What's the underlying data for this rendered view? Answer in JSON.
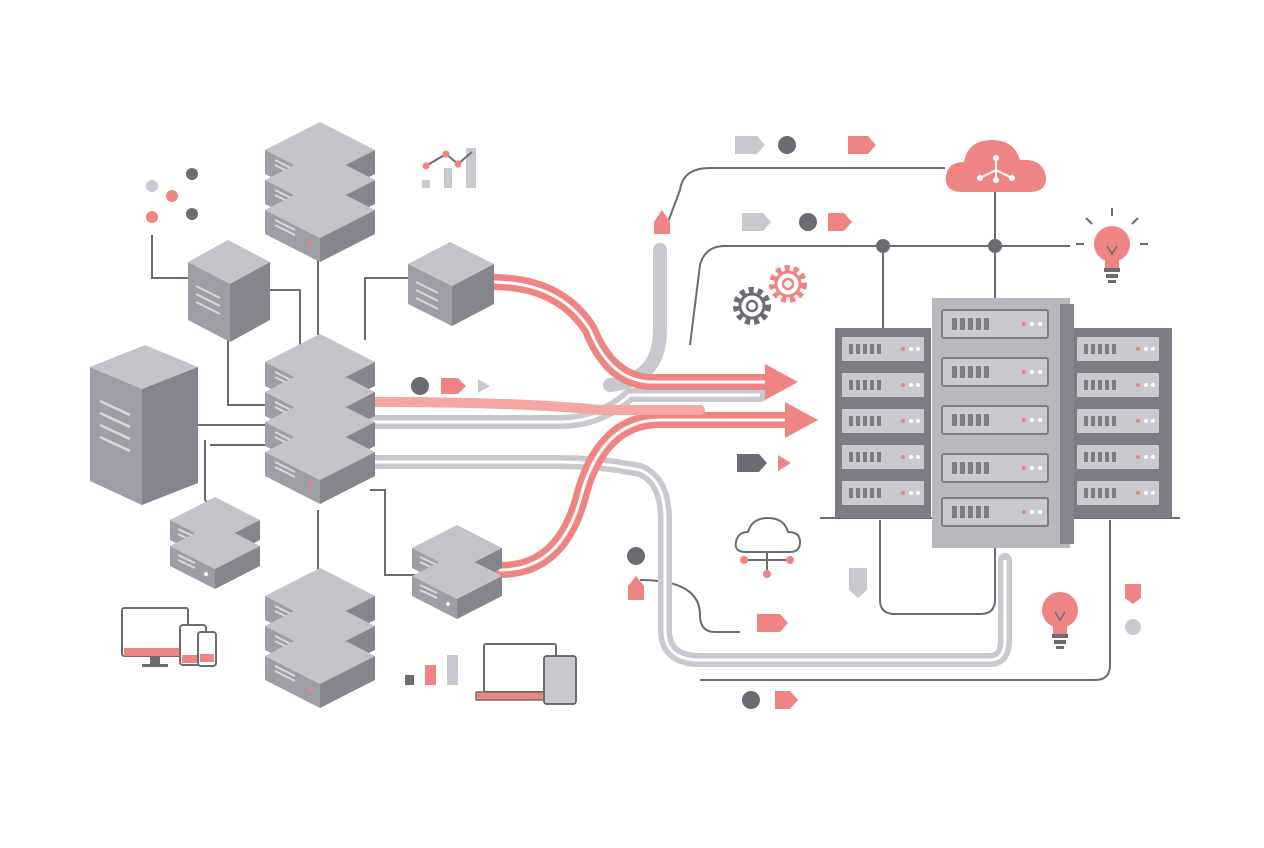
{
  "diagram": {
    "type": "network-migration-illustration",
    "palette": {
      "background": "#ffffff",
      "device_light": "#b8b8be",
      "device_mid": "#9c9ca4",
      "device_dark": "#7c7c84",
      "line": "#6b6b72",
      "pipe": "#c8c8ce",
      "accent": "#ef8582",
      "accent_light": "#f3a6a2"
    },
    "left_group": {
      "description_icons": [
        "stacked-server-icon",
        "server-box-icon",
        "tower-server-icon",
        "monitor-icon",
        "tablet-icon",
        "phone-icon",
        "laptop-icon",
        "bar-chart-icon",
        "line-chart-icon"
      ]
    },
    "right_group": {
      "description_icons": [
        "server-rack-icon",
        "cloud-network-icon",
        "lightbulb-icon",
        "gear-icon",
        "tag-icon"
      ]
    },
    "flows": {
      "accent_streams": 2,
      "gray_pipes": 3,
      "arrow_heads": 2
    }
  }
}
